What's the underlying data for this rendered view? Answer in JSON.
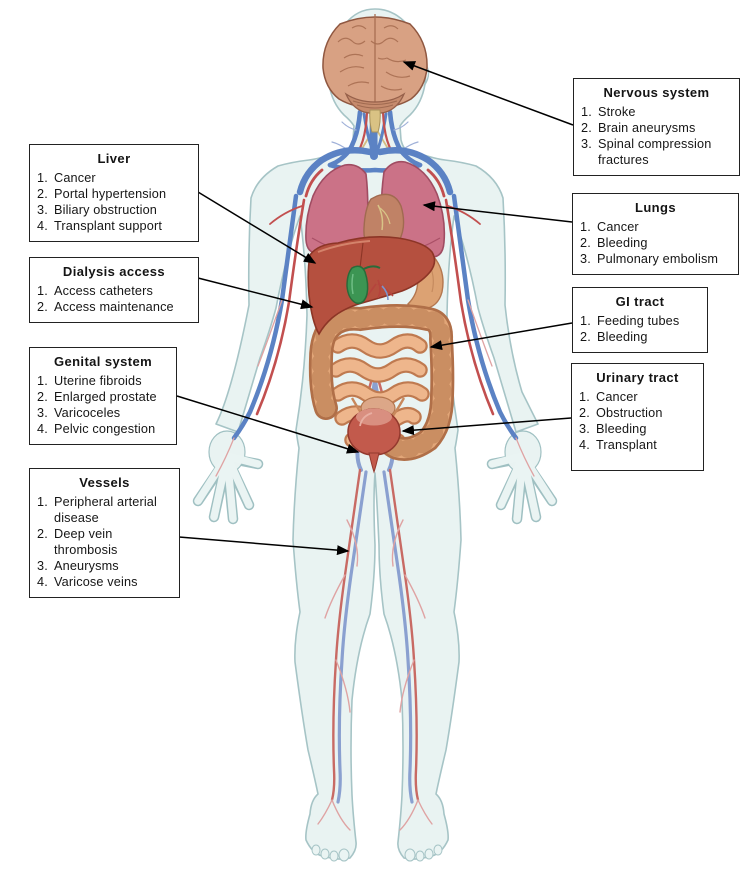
{
  "boxes": {
    "liver": {
      "title": "Liver",
      "items": [
        {
          "n": "1.",
          "text": "Cancer"
        },
        {
          "n": "2.",
          "text": "Portal hypertension"
        },
        {
          "n": "3.",
          "text": "Biliary obstruction"
        },
        {
          "n": "4.",
          "text": "Transplant support"
        }
      ]
    },
    "dialysis": {
      "title": "Dialysis access",
      "items": [
        {
          "n": "1.",
          "text": "Access catheters"
        },
        {
          "n": "2.",
          "text": "Access maintenance"
        }
      ]
    },
    "genital": {
      "title": "Genital system",
      "items": [
        {
          "n": "1.",
          "text": "Uterine fibroids"
        },
        {
          "n": "2.",
          "text": "Enlarged prostate"
        },
        {
          "n": "3.",
          "text": "Varicoceles"
        },
        {
          "n": "4.",
          "text": "Pelvic congestion"
        }
      ]
    },
    "vessels": {
      "title": "Vessels",
      "items": [
        {
          "n": "1.",
          "text": "Peripheral arterial disease"
        },
        {
          "n": "2.",
          "text": "Deep vein thrombosis"
        },
        {
          "n": "3.",
          "text": "Aneurysms"
        },
        {
          "n": "4.",
          "text": "Varicose veins"
        }
      ]
    },
    "nervous": {
      "title": "Nervous system",
      "items": [
        {
          "n": "1.",
          "text": "Stroke"
        },
        {
          "n": "2.",
          "text": "Brain aneurysms"
        },
        {
          "n": "3.",
          "text": "Spinal compression fractures"
        }
      ]
    },
    "lungs": {
      "title": "Lungs",
      "items": [
        {
          "n": "1.",
          "text": "Cancer"
        },
        {
          "n": "2.",
          "text": "Bleeding"
        },
        {
          "n": "3.",
          "text": "Pulmonary embolism"
        }
      ]
    },
    "gi": {
      "title": "GI tract",
      "items": [
        {
          "n": "1.",
          "text": "Feeding tubes"
        },
        {
          "n": "2.",
          "text": "Bleeding"
        }
      ]
    },
    "urinary": {
      "title": "Urinary tract",
      "items": [
        {
          "n": "1.",
          "text": "Cancer"
        },
        {
          "n": "2.",
          "text": "Obstruction"
        },
        {
          "n": "3.",
          "text": "Bleeding"
        },
        {
          "n": "4.",
          "text": "Transplant"
        }
      ]
    }
  },
  "colors": {
    "box_border": "#222222",
    "arrow": "#000000",
    "body_fill": "#e9f3f2",
    "body_outline": "#a6c4c6",
    "brain": "#d8a183",
    "lungs": "#cb7287",
    "heart": "#c08266",
    "liver": "#b5503f",
    "gallbladder": "#3c9553",
    "stomach": "#dca273",
    "intestines": "#e2a678",
    "bladder": "#c25a4c",
    "artery_red": "#c24f4f",
    "vein_blue": "#5b82c4"
  }
}
